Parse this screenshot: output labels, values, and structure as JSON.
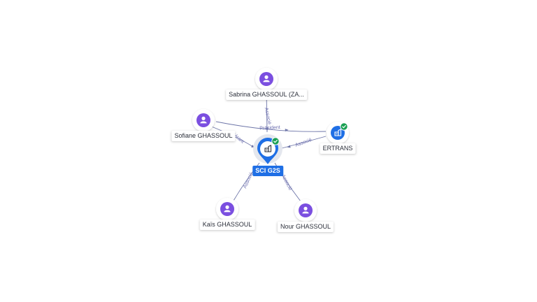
{
  "colors": {
    "person": "#7b4fe0",
    "company": "#1f6fe5",
    "check": "#1aa053",
    "edge": "#6d75a8",
    "edge_label": "#6d6fb0"
  },
  "center": {
    "label": "SCI G2S",
    "icon": "building-icon",
    "verified": true
  },
  "nodes": [
    {
      "id": "sabrina",
      "label": "Sabrina GHASSOUL (ZA...",
      "type": "person",
      "icon": "person-icon"
    },
    {
      "id": "sofiane",
      "label": "Sofiane GHASSOUL",
      "type": "person",
      "icon": "person-icon"
    },
    {
      "id": "ertrans",
      "label": "ERTRANS",
      "type": "company",
      "icon": "building-icon",
      "verified": true
    },
    {
      "id": "kais",
      "label": "Kaïs GHASSOUL",
      "type": "person",
      "icon": "person-icon"
    },
    {
      "id": "nour",
      "label": "Nour GHASSOUL",
      "type": "person",
      "icon": "person-icon"
    }
  ],
  "edges": [
    {
      "from": "sabrina",
      "to": "center",
      "label": "Associé"
    },
    {
      "from": "sofiane",
      "to": "center",
      "label": "Gérant"
    },
    {
      "from": "sofiane",
      "to": "ertrans",
      "label": "Président"
    },
    {
      "from": "ertrans",
      "to": "center",
      "label": "Associé"
    },
    {
      "from": "kais",
      "to": "center",
      "label": "Associé"
    },
    {
      "from": "nour",
      "to": "center",
      "label": "Associé"
    }
  ]
}
